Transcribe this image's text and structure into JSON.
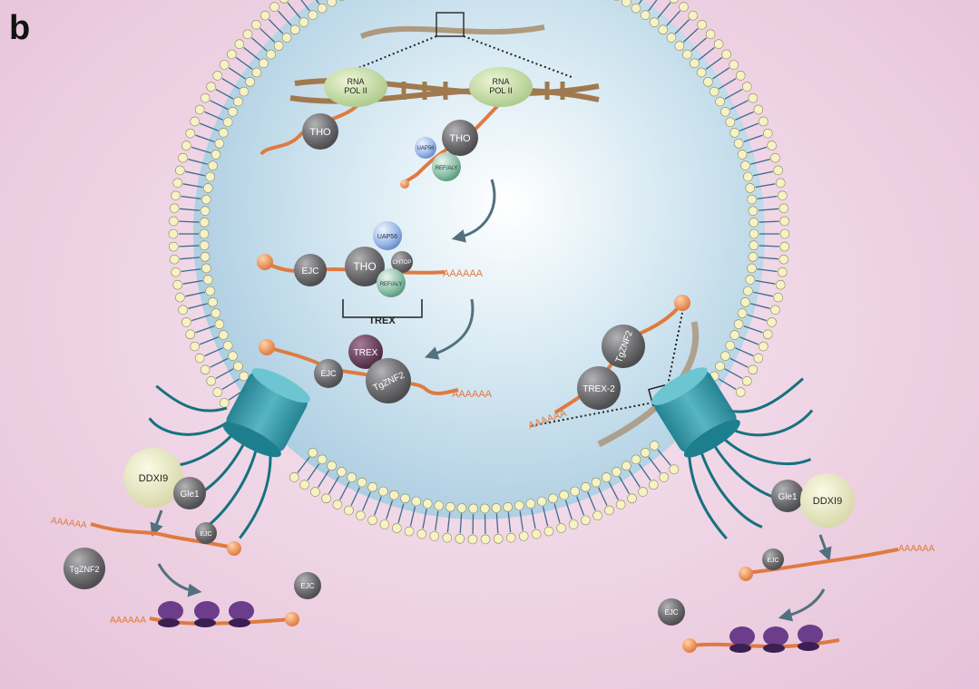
{
  "panel_letter": "b",
  "colors": {
    "nucleus_fill": "#cfe3ee",
    "membrane_head": "#f6f2c4",
    "membrane_tail": "#3f6a8c",
    "dna": "#a07a4e",
    "rna": "#e07a40",
    "protein_grey": "#6f6f72",
    "pore": "#2f97a6",
    "ribosome": "#6b3d8a",
    "arrow": "#53707e"
  },
  "labels": {
    "rna_pol_ii_1": "RNA\nPOL II",
    "rna_pol_ii_2": "RNA\nPOL II",
    "tho_left": "THO",
    "tho_right": "THO",
    "uap56_small": "UAP56",
    "ref_aly_small": "REF/ALY",
    "ejc_trex": "EJC",
    "tho_trex": "THO",
    "uap56_trex": "UAP56",
    "chtop": "CHTOP",
    "ref_aly_trex": "REF/ALY",
    "polya_1": "AAAAAA",
    "trex_bracket": "TREX",
    "trex_complex": "TREX",
    "ejc_2": "EJC",
    "tgznf2_1": "TgZNF2",
    "polya_2": "AAAAAA",
    "tgznf2_2": "TgZNF2",
    "trex2": "TREX-2",
    "polya_3": "AAAAAA",
    "ddx19_left": "DDXI9",
    "gle1_left": "Gle1",
    "ejc_left": "EJC",
    "polya_left": "AAAAAA",
    "tgznf2_cyto": "TgZNF2",
    "ejc_cyto_mid": "EJC",
    "polya_left_2": "AAAAAA",
    "gle1_right": "Gle1",
    "ddx19_right": "DDXI9",
    "ejc_right": "EJC",
    "polya_right": "AAAAAA",
    "ejc_right_2": "EJC"
  }
}
